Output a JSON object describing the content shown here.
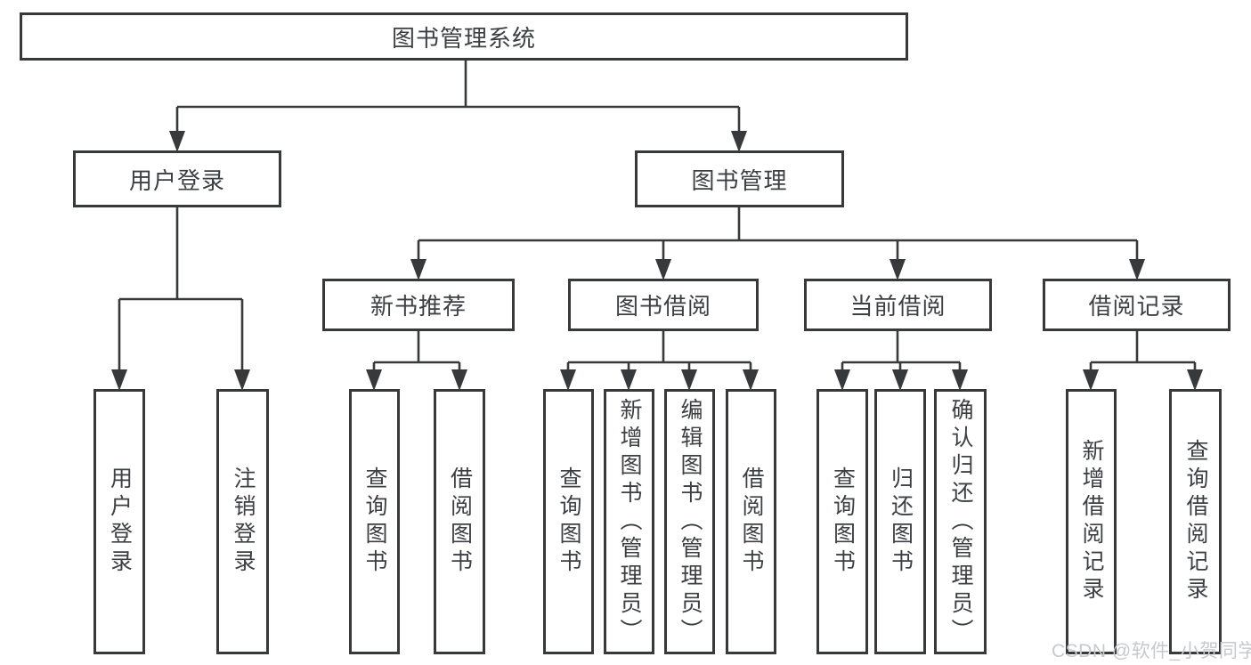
{
  "diagram_title": "图书管理系统",
  "tree": {
    "label": "图书管理系统",
    "children": [
      {
        "label": "用户登录",
        "children": [
          {
            "label": "用户登录"
          },
          {
            "label": "注销登录"
          }
        ]
      },
      {
        "label": "图书管理",
        "children": [
          {
            "label": "新书推荐",
            "children": [
              {
                "label": "查询图书"
              },
              {
                "label": "借阅图书"
              }
            ]
          },
          {
            "label": "图书借阅",
            "children": [
              {
                "label": "查询图书"
              },
              {
                "label": "新增图书（管理员）"
              },
              {
                "label": "编辑图书（管理员）"
              },
              {
                "label": "借阅图书"
              }
            ]
          },
          {
            "label": "当前借阅",
            "children": [
              {
                "label": "查询图书"
              },
              {
                "label": "归还图书"
              },
              {
                "label": "确认归还（管理员）"
              }
            ]
          },
          {
            "label": "借阅记录",
            "children": [
              {
                "label": "新增借阅记录"
              },
              {
                "label": "查询借阅记录"
              }
            ]
          }
        ]
      }
    ]
  },
  "watermark": "CSDN @软件_小贺同学",
  "colors": {
    "line": "#38393b",
    "text": "#3d4043",
    "bg": "#ffffff",
    "watermark": "#c6c9cd"
  }
}
